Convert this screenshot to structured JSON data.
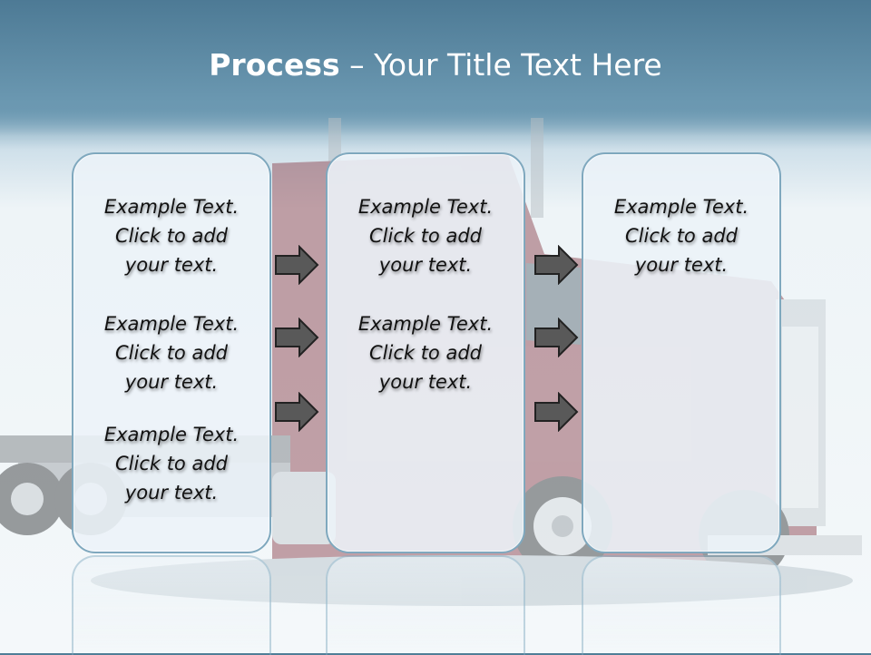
{
  "slide": {
    "title_bold": "Process",
    "title_rest": " – Your Title Text Here"
  },
  "columns": [
    {
      "blocks": [
        {
          "line1": "Example Text.",
          "line2": "Click  to add",
          "line3": "your text."
        },
        {
          "line1": "Example Text.",
          "line2": "Click  to add",
          "line3": "your text."
        },
        {
          "line1": "Example Text.",
          "line2": "Click  to add",
          "line3": "your text."
        }
      ]
    },
    {
      "blocks": [
        {
          "line1": "Example Text.",
          "line2": "Click  to add",
          "line3": "your text."
        },
        {
          "line1": "Example Text.",
          "line2": "Click  to add",
          "line3": "your text."
        }
      ]
    },
    {
      "blocks": [
        {
          "line1": "Example Text.",
          "line2": "Click  to add",
          "line3": "your text."
        }
      ]
    }
  ],
  "colors": {
    "header": "#5a89a3",
    "panel_border": "#7fa8be",
    "arrow_fill": "#595959"
  },
  "icons": {
    "arrow": "right-arrow-icon",
    "background": "truck-background-image"
  }
}
